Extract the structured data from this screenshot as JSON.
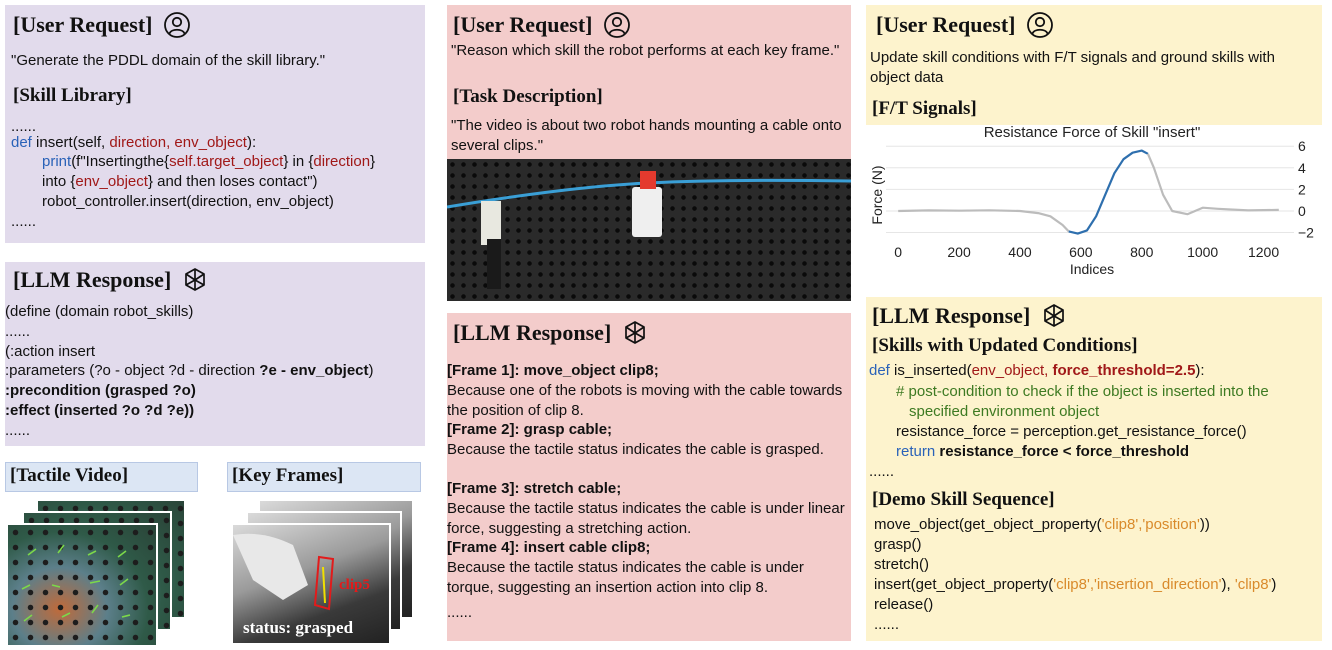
{
  "left": {
    "request_header": "[User Request]",
    "request_text": "\"Generate the PDDL domain of the skill library.\"",
    "skill_library_header": "[Skill Library]",
    "code": {
      "ellipsis1": "......",
      "def_kw": "def",
      "def_name": " insert(self, ",
      "def_param1": "direction, env_object",
      "def_end": "):",
      "print_kw": "print",
      "print_a": "(f\"Insertingthe{",
      "print_b": "self.target_object",
      "print_c": "} in {",
      "print_d": "direction",
      "print_e": "}",
      "into_a": "into {",
      "into_b": "env_object",
      "into_c": "} and then loses contact\")",
      "robot_line": "robot_controller.insert(direction, env_object)",
      "ellipsis2": "......"
    },
    "llm_header": "[LLM Response]",
    "llm": {
      "line1": "(define (domain robot_skills)",
      "line2": " ......",
      "line3": "(:action insert",
      "line4_a": "  :parameters (?o - object ?d - direction ",
      "line4_b": "?e - env_object",
      "line4_c": ")",
      "line5": "  :precondition (grasped ?o)",
      "line6": "  :effect (inserted ?o ?d ?e))",
      "line7": "......"
    },
    "tactile_label": "[Tactile Video]",
    "keyframes_label": "[Key Frames]",
    "keyframe_tag": "clip5",
    "keyframe_status": "status: grasped"
  },
  "middle": {
    "request_header": "[User Request]",
    "request_text": "\"Reason which skill the robot performs at each key frame.\"",
    "task_header": "[Task Description]",
    "task_text": "\"The video is about two robot hands mounting a cable onto several clips.\"",
    "llm_header": "[LLM Response]",
    "frames": [
      {
        "title": "[Frame 1]: move_object clip8;",
        "text": "Because one of the robots is moving with the cable towards the position of clip 8."
      },
      {
        "title": "[Frame 2]: grasp cable;",
        "text": "Because the tactile status indicates the cable is grasped."
      },
      {
        "title": "[Frame 3]: stretch cable;",
        "text": " Because the tactile status indicates the cable is under linear force, suggesting a stretching action."
      },
      {
        "title": "[Frame 4]: insert cable clip8;",
        "text": "Because the tactile status indicates the cable is under torque, suggesting an insertion action into clip 8."
      }
    ],
    "ellipsis": "......"
  },
  "right": {
    "request_header": "[User Request]",
    "request_text": "Update skill conditions with F/T signals and ground skills with object data",
    "ft_header": "[F/T Signals]",
    "llm_header": "[LLM Response]",
    "skills_header": "[Skills with Updated Conditions]",
    "code": {
      "def_kw": "def",
      "def_name": " is_inserted(",
      "def_param1": "env_object, ",
      "def_param2": "force_threshold=2.5",
      "def_end": "):",
      "comment1": "# post-condition to check if the object is inserted into the",
      "comment2": "specified environment object",
      "assign": "resistance_force = perception.get_resistance_force()",
      "return_kw": "return",
      "return_expr": " resistance_force < force_threshold",
      "ellipsis": "......"
    },
    "demo_header": "[Demo Skill Sequence]",
    "demo": {
      "l1_a": "move_object(get_object_property(",
      "l1_b": "'clip8','position'",
      "l1_c": "))",
      "l2": "grasp()",
      "l3": "stretch()",
      "l4_a": "insert(get_object_property(",
      "l4_b": "'clip8','insertion_direction'",
      "l4_c": "), ",
      "l4_d": "'clip8'",
      "l4_e": ")",
      "l5": "release()",
      "l6": "......"
    }
  },
  "chart_data": {
    "type": "line",
    "title": "Resistance Force of Skill \"insert\"",
    "xlabel": "Indices",
    "ylabel": "Force (N)",
    "xlim": [
      -40,
      1300
    ],
    "ylim": [
      -2.6,
      6.3
    ],
    "xticks": [
      0,
      200,
      400,
      600,
      800,
      1000,
      1200
    ],
    "yticks": [
      -2,
      0,
      2,
      4,
      6
    ],
    "y_axis_side": "right",
    "grid": true,
    "series": [
      {
        "color": "#bcbcbc",
        "x": [
          0,
          100,
          200,
          300,
          400,
          460,
          500,
          540,
          560
        ],
        "y": [
          0.0,
          0.05,
          0.02,
          0.06,
          0.0,
          -0.2,
          -0.5,
          -1.3,
          -1.9
        ]
      },
      {
        "color": "#2e6fae",
        "x": [
          560,
          590,
          620,
          650,
          680,
          710,
          740,
          770,
          800,
          820
        ],
        "y": [
          -1.9,
          -2.1,
          -1.8,
          -0.5,
          1.5,
          3.5,
          4.8,
          5.4,
          5.6,
          5.3
        ]
      },
      {
        "color": "#bcbcbc",
        "x": [
          820,
          840,
          870,
          900,
          950,
          1000,
          1050,
          1150,
          1250
        ],
        "y": [
          5.3,
          4.0,
          1.5,
          0.0,
          -0.3,
          0.3,
          0.2,
          0.05,
          0.1
        ]
      }
    ]
  }
}
